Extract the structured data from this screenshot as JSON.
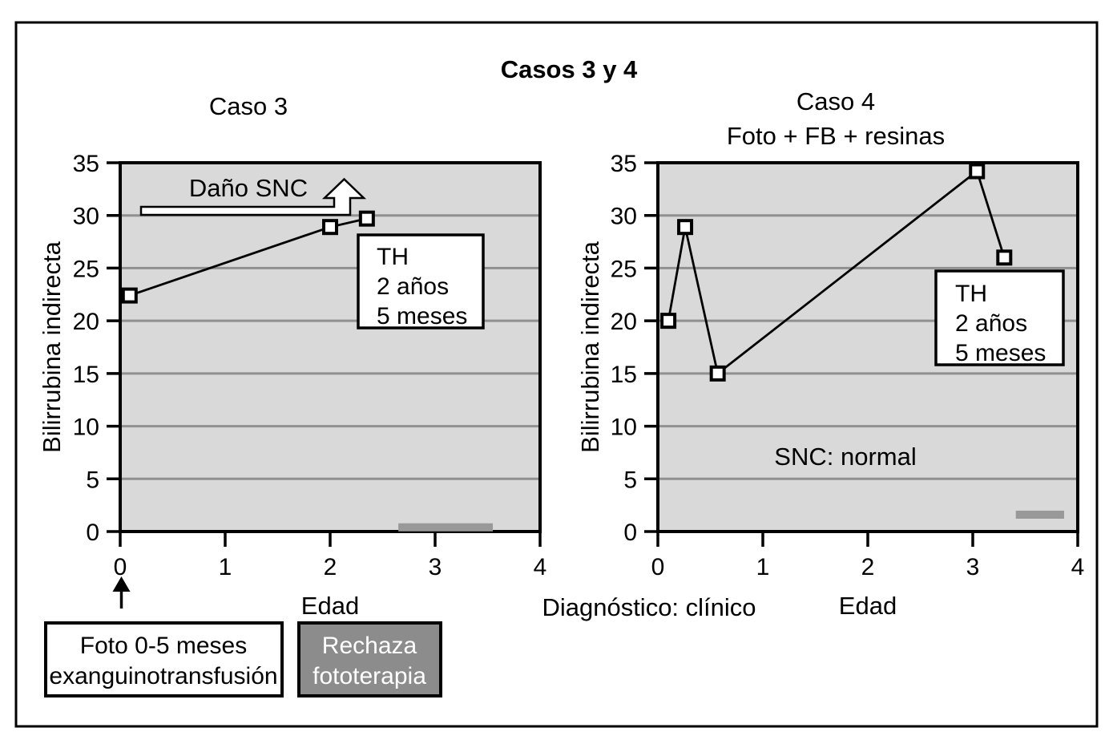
{
  "figure": {
    "title": "Casos 3 y 4"
  },
  "colors": {
    "plot_bg": "#d9d9d9",
    "gridline": "#909090",
    "treatment_bar": "#999999",
    "axis": "#000000",
    "gray_box_bg": "#8c8c8c",
    "gray_box_text": "#ffffff"
  },
  "charts": [
    {
      "title": "Caso 3",
      "subtitle": "",
      "ylabel": "Bilirrubina indirecta",
      "xlabel": "Edad",
      "annotation_arrow_label": "Daño SNC",
      "th_box": {
        "lines": [
          "TH",
          "2 años",
          "5 meses"
        ]
      },
      "note": ""
    },
    {
      "title": "Caso 4",
      "subtitle": "Foto + FB + resinas",
      "ylabel": "Bilirrubina indirecta",
      "xlabel": "Edad",
      "annotation_arrow_label": "",
      "th_box": {
        "lines": [
          "TH",
          "2 años",
          "5 meses"
        ]
      },
      "note": "SNC: normal"
    }
  ],
  "chart_data": [
    {
      "type": "line",
      "title": "Caso 3",
      "xlabel": "Edad",
      "ylabel": "Bilirrubina indirecta",
      "xlim": [
        0,
        4
      ],
      "ylim": [
        0,
        35
      ],
      "x_ticks": [
        0,
        1,
        2,
        3,
        4
      ],
      "y_ticks": [
        0,
        5,
        10,
        15,
        20,
        25,
        30,
        35
      ],
      "grid": "horizontal",
      "series": [
        {
          "name": "Bilirrubina indirecta",
          "marker": "open-square",
          "points": [
            [
              0.09,
              22.4
            ],
            [
              2.0,
              28.9
            ],
            [
              2.35,
              29.7
            ]
          ]
        }
      ],
      "treatment_bars": [
        {
          "x0": 2.65,
          "x1": 3.55,
          "y": 0.4
        }
      ],
      "annotations": [
        "Daño SNC",
        "TH 2 años 5 meses"
      ]
    },
    {
      "type": "line",
      "title": "Caso 4",
      "xlabel": "Edad",
      "ylabel": "Bilirrubina indirecta",
      "xlim": [
        0,
        4
      ],
      "ylim": [
        0,
        35
      ],
      "x_ticks": [
        0,
        1,
        2,
        3,
        4
      ],
      "y_ticks": [
        0,
        5,
        10,
        15,
        20,
        25,
        30,
        35
      ],
      "grid": "horizontal",
      "series": [
        {
          "name": "Bilirrubina indirecta",
          "marker": "open-square",
          "points": [
            [
              0.1,
              20
            ],
            [
              0.26,
              28.9
            ],
            [
              0.57,
              15
            ],
            [
              3.04,
              34.2
            ],
            [
              3.3,
              26
            ]
          ]
        }
      ],
      "treatment_bars": [
        {
          "x0": 3.41,
          "x1": 3.87,
          "y": 1.6
        }
      ],
      "annotations": [
        "SNC: normal",
        "TH 2 años 5 meses"
      ]
    }
  ],
  "bottom": {
    "diagnosis_note": "Diagnóstico: clínico",
    "event_box": {
      "lines": [
        "Foto 0-5 meses",
        "exanguinotransfusión"
      ]
    },
    "rejection_box": {
      "lines": [
        "Rechaza",
        "fototerapia"
      ]
    }
  }
}
